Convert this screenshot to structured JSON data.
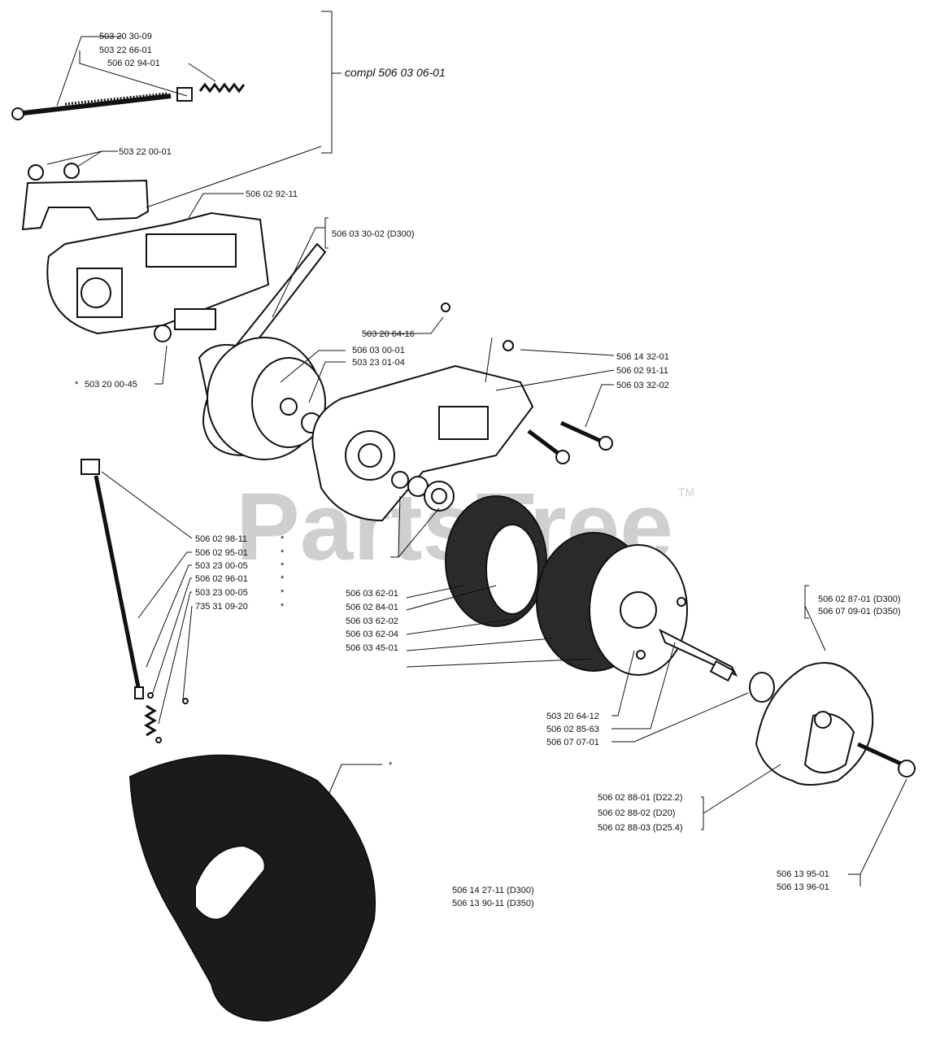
{
  "watermark": {
    "text": "PartsTree",
    "tm": "TM"
  },
  "labels": {
    "p5032030_09": "503 20 30-09",
    "p5032266_01": "503 22 66-01",
    "p5060294_01": "506 02 94-01",
    "compl": "compl 506 03 06-01",
    "p5032200_01": "503 22 00-01",
    "p5060292_11": "506 02 92-11",
    "p5060330_02": "506 03 30-02 (D300)",
    "p5032064_16": "503 20 64-16",
    "p5060300_01": "506 03 00-01",
    "p5032301_04": "503 23 01-04",
    "p5032000_45": "503 20 00-45",
    "star": "*",
    "p5061432_01": "506 14 32-01",
    "p5060291_11": "506 02 91-11",
    "p5060332_02": "506 03 32-02",
    "p5060298_11": "506 02 98-11",
    "p5060295_01": "506 02 95-01",
    "p5032300_05a": "503 23 00-05",
    "p5060296_01": "506 02 96-01",
    "p5032300_05b": "503 23 00-05",
    "p7353109_20": "735 31 09-20",
    "p5060362_01": "506 03 62-01",
    "p5060284_01": "506 02 84-01",
    "p5060362_02": "506 03 62-02",
    "p5060362_04": "506 03 62-04",
    "p5060345_01": "506 03 45-01",
    "p5060287_01": "506 02 87-01 (D300)",
    "p5060709_01": "506 07 09-01 (D350)",
    "p5032064_12": "503 20 64-12",
    "p5060285_63": "506 02 85-63",
    "p5060707_01": "506 07 07-01",
    "p5060288_01": "506 02 88-01 (D22.2)",
    "p5060288_02": "506 02 88-02 (D20)",
    "p5060288_03": "506 02 88-03 (D25.4)",
    "p5061395_01": "506 13 95-01",
    "p5061396_01": "506 13 96-01",
    "p5061427_11": "506 14 27-11 (D300)",
    "p5061390_11": "506 13 90-11 (D350)"
  }
}
